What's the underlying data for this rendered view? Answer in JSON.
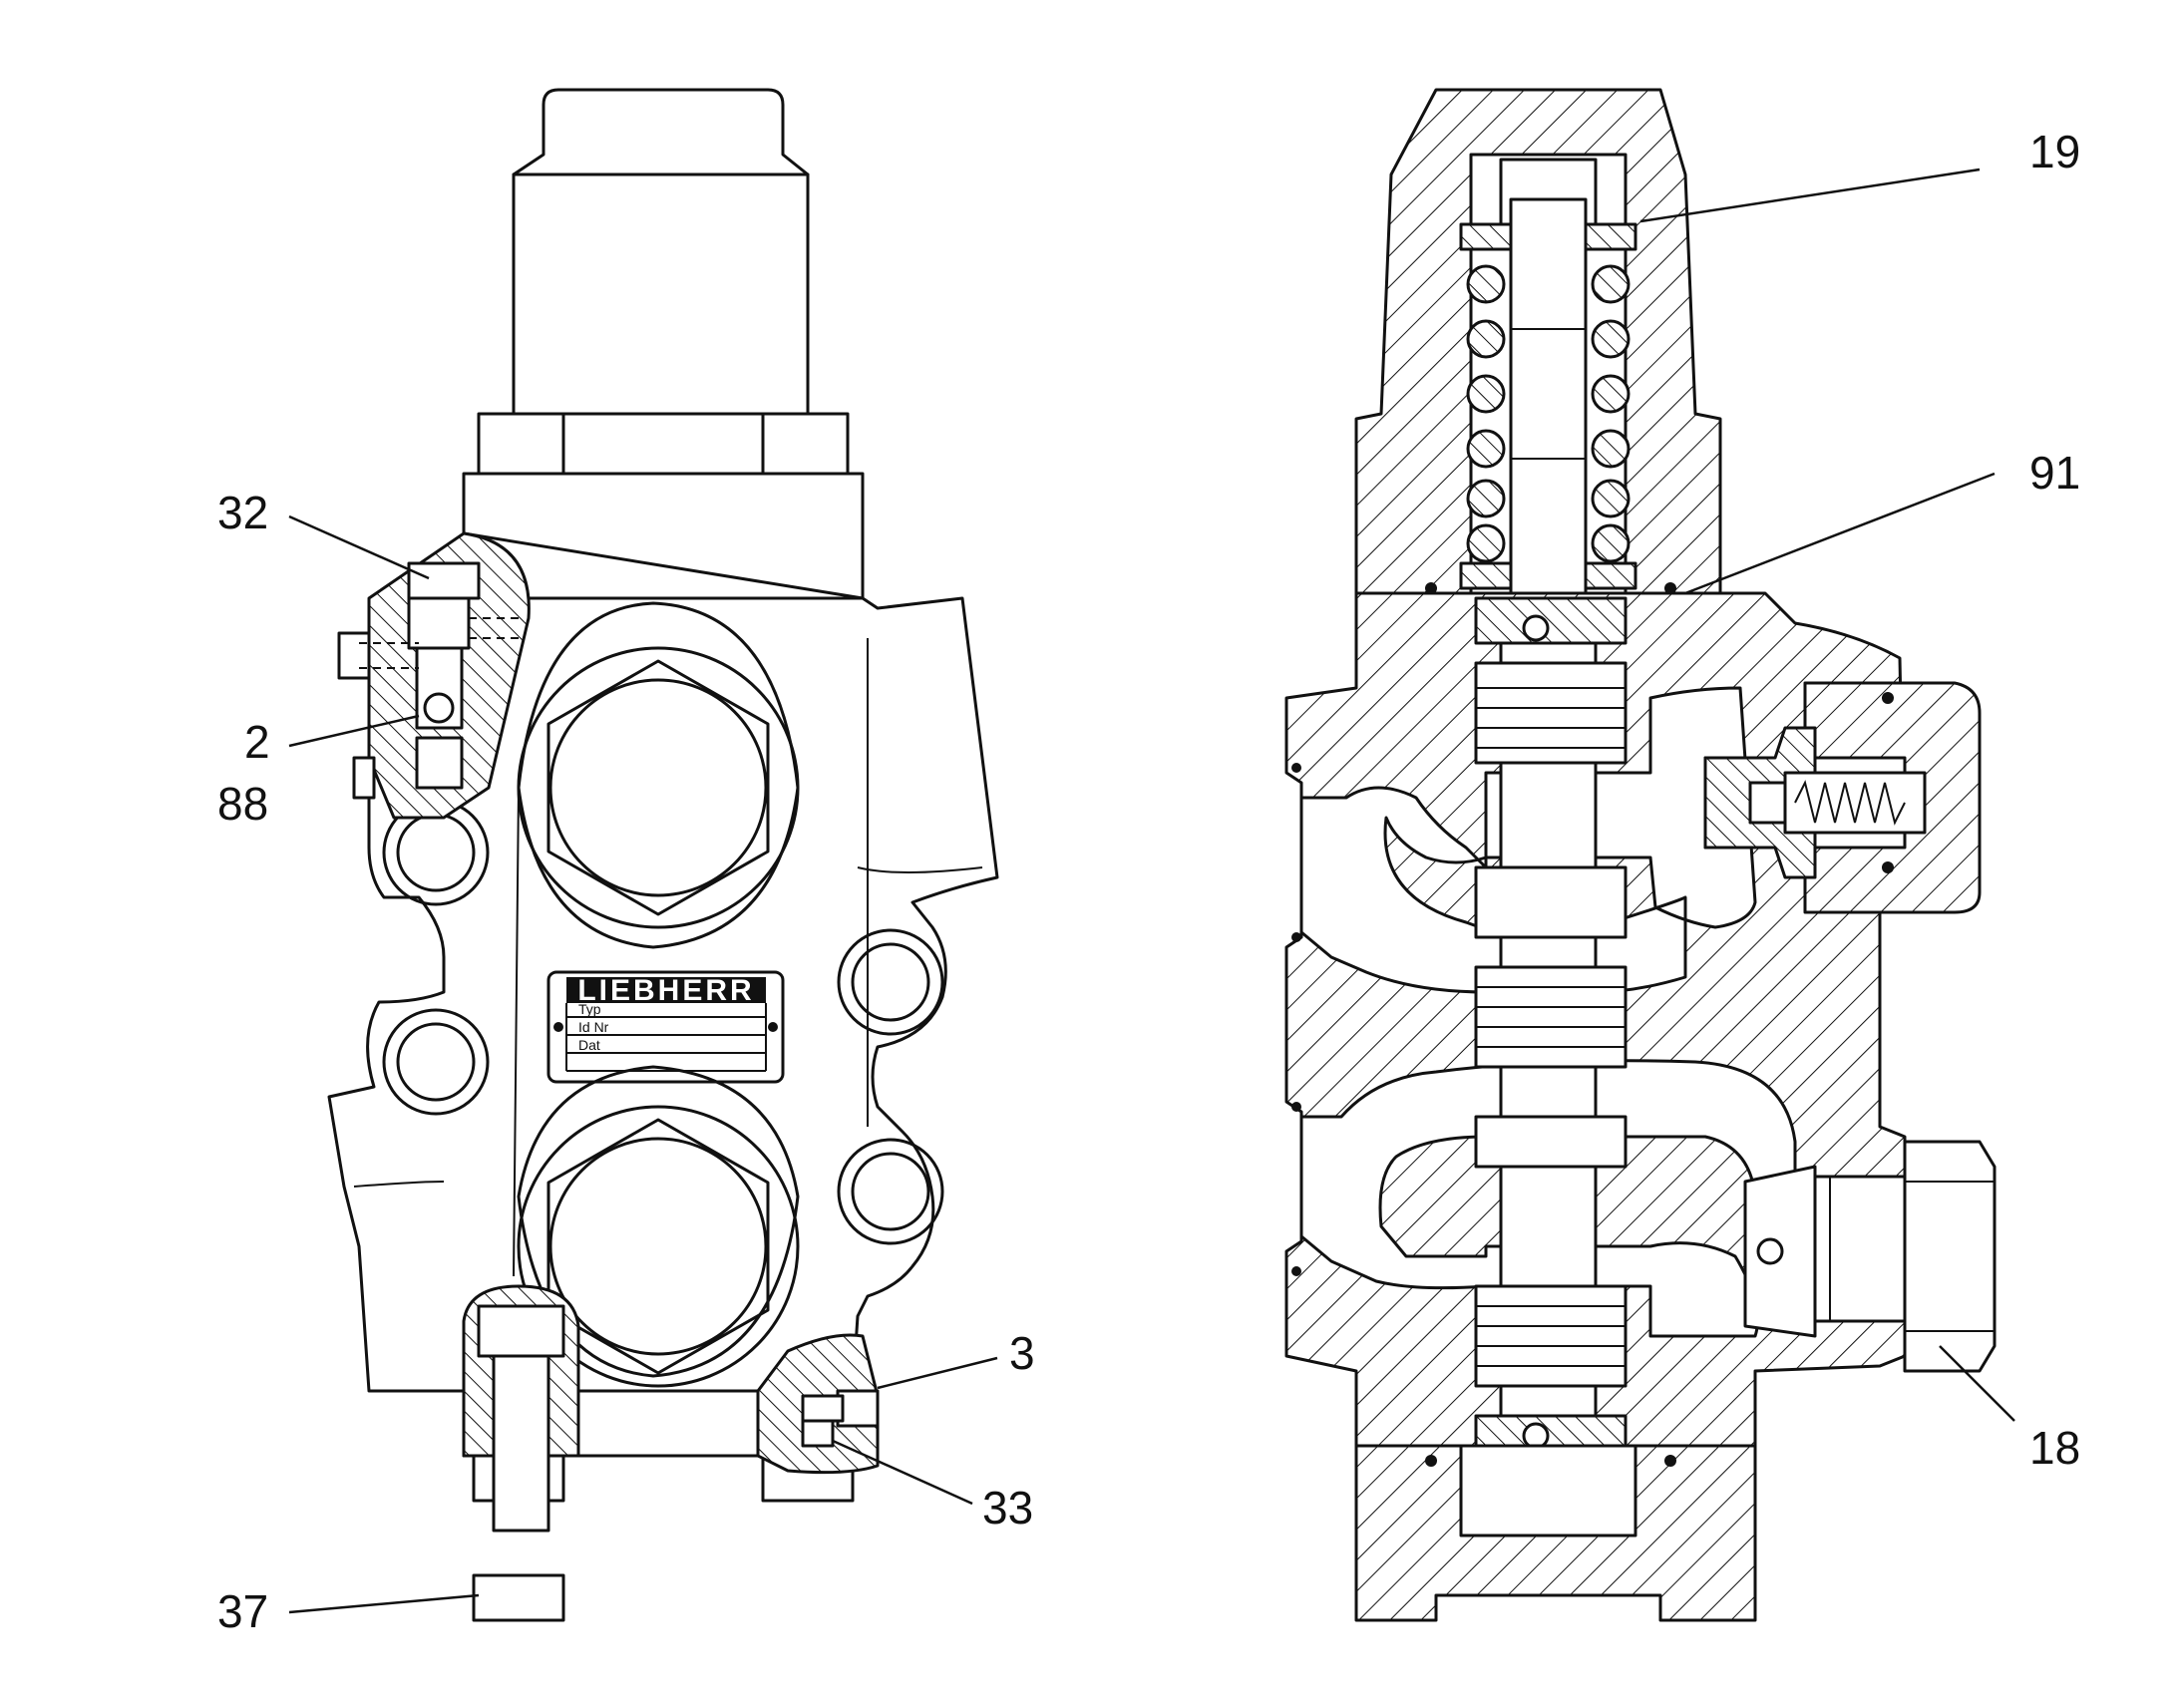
{
  "callouts": {
    "c32": "32",
    "c2": "2",
    "c88": "88",
    "c3": "3",
    "c33": "33",
    "c37": "37",
    "c19": "19",
    "c91": "91",
    "c18": "18"
  },
  "nameplate": {
    "brand": "LIEBHERR",
    "field1": "Typ",
    "field2": "Id Nr",
    "field3": "Dat"
  }
}
